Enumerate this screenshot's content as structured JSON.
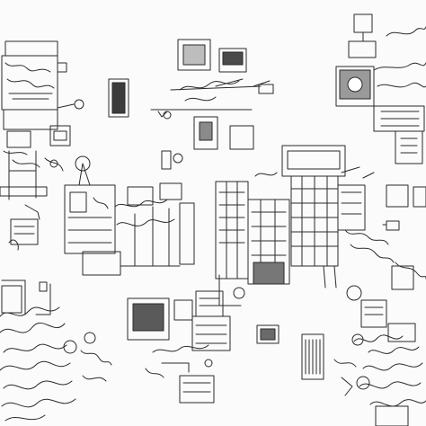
{
  "image": {
    "kind": "monochrome line-art sketch",
    "palette": {
      "ink": "#2a2a2a",
      "paper": "#fbfbfb",
      "shade": "#6b6b6b"
    },
    "clusters": [
      {
        "name": "cluster-top-left-machinery"
      },
      {
        "name": "cluster-top-center-monitors"
      },
      {
        "name": "cluster-top-right-console"
      },
      {
        "name": "cluster-center-left-apparatus"
      },
      {
        "name": "cluster-center-building-blocks"
      },
      {
        "name": "cluster-center-right-tower"
      },
      {
        "name": "cluster-bottom-left-foliage"
      },
      {
        "name": "cluster-bottom-center-panels"
      },
      {
        "name": "cluster-bottom-right-foliage"
      }
    ]
  }
}
